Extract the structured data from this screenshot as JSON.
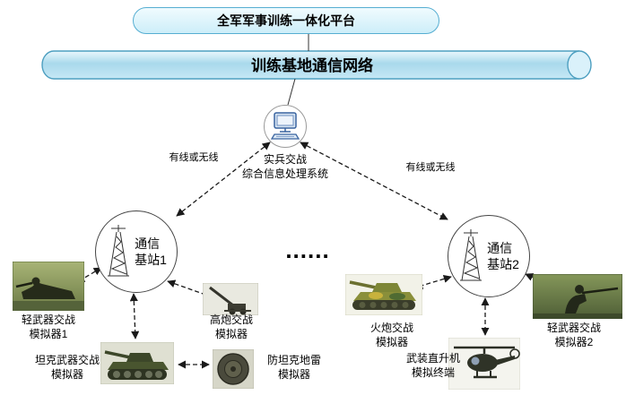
{
  "platform": {
    "title": "全军军事训练一体化平台"
  },
  "network": {
    "label": "训练基地通信网络"
  },
  "processor": {
    "label": "实兵交战\n综合信息处理系统"
  },
  "links": {
    "left_label": "有线或无线",
    "right_label": "有线或无线",
    "ellipsis": "......"
  },
  "stations": [
    {
      "label": "通信\n基站1"
    },
    {
      "label": "通信\n基站2"
    }
  ],
  "simulators": [
    {
      "id": "light-weapons-sim-1",
      "label": "轻武器交战\n模拟器1"
    },
    {
      "id": "aa-gun-sim",
      "label": "高炮交战\n模拟器"
    },
    {
      "id": "tank-weapons-sim",
      "label": "坦克武器交战\n模拟器"
    },
    {
      "id": "antitank-mine-sim",
      "label": "防坦克地雷\n模拟器"
    },
    {
      "id": "artillery-sim",
      "label": "火炮交战\n模拟器"
    },
    {
      "id": "helicopter-terminal",
      "label": "武装直升机\n模拟终端"
    },
    {
      "id": "light-weapons-sim-2",
      "label": "轻武器交战\n模拟器2"
    }
  ],
  "colors": {
    "cylinder_fill": "#a9d9ec",
    "cylinder_stroke": "#4d9fc0",
    "title_fill": "#cdeef9",
    "title_stroke": "#56aed2",
    "connector": "#1a1a1a"
  }
}
